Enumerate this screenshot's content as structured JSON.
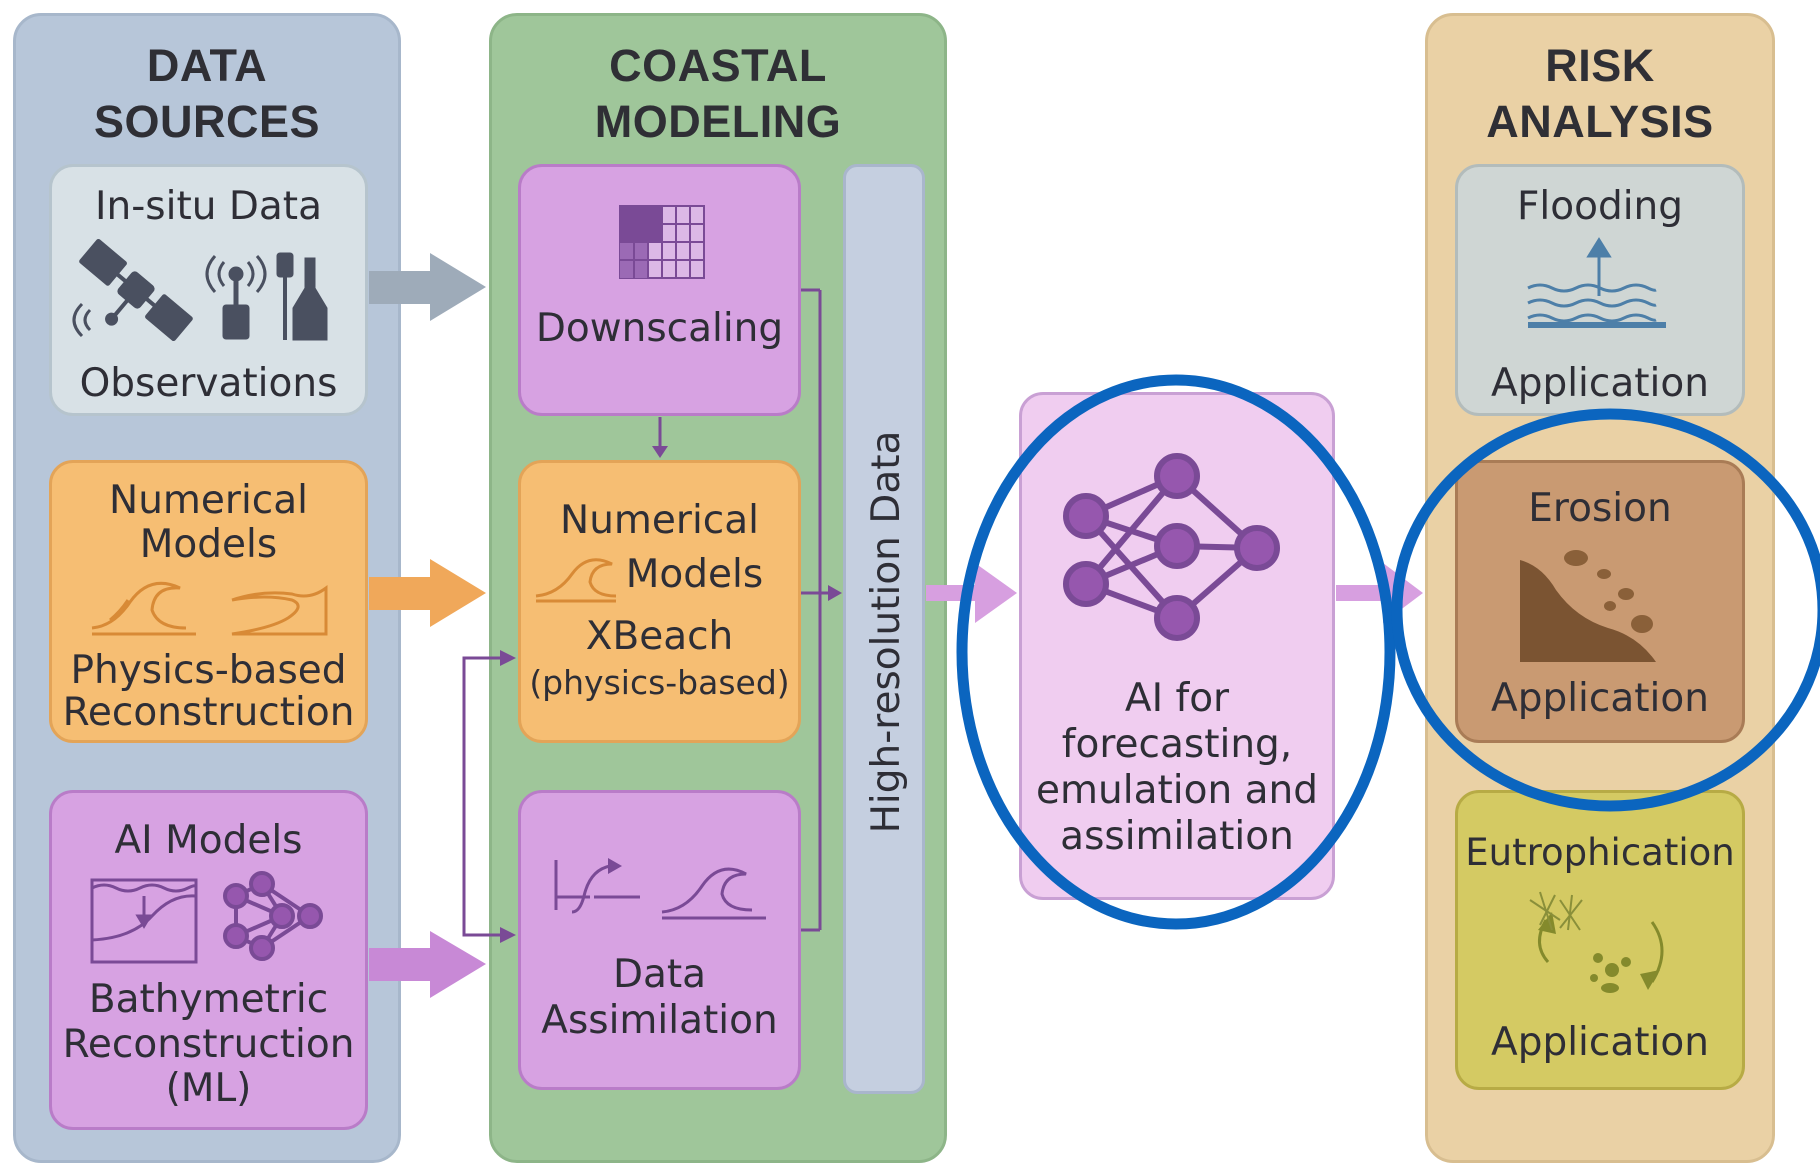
{
  "columns": {
    "sources": {
      "title_1": "DATA",
      "title_2": "SOURCES"
    },
    "coastal": {
      "title_1": "COASTAL",
      "title_2": "MODELING"
    },
    "risk": {
      "title_1": "RISK",
      "title_2": "ANALYSIS"
    }
  },
  "sources": {
    "insitu": {
      "title": "In-situ Data",
      "subtitle": "Observations",
      "color": "#d8e1e6"
    },
    "numerical": {
      "title_1": "Numerical",
      "title_2": "Models",
      "subtitle_1": "Physics-based",
      "subtitle_2": "Reconstruction",
      "color": "#f6be73"
    },
    "ai": {
      "title": "AI Models",
      "subtitle_1": "Bathymetric",
      "subtitle_2": "Reconstruction",
      "subtitle_3": "(ML)",
      "color": "#d7a2e2"
    }
  },
  "coastal": {
    "downscaling": {
      "label": "Downscaling"
    },
    "numerical": {
      "line_1": "Numerical",
      "line_2": "Models",
      "line_3": "XBeach",
      "line_4": "(physics-based)"
    },
    "assimilation": {
      "line_1": "Data",
      "line_2": "Assimilation"
    },
    "highres": {
      "label": "High-resolution Data"
    }
  },
  "ai_box": {
    "line_1": "AI for",
    "line_2": "forecasting,",
    "line_3": "emulation and",
    "line_4": "assimilation"
  },
  "risk": {
    "flooding": {
      "title": "Flooding",
      "subtitle": "Application"
    },
    "erosion": {
      "title": "Erosion",
      "subtitle": "Application"
    },
    "eutrophication": {
      "title": "Eutrophication",
      "subtitle": "Application"
    }
  },
  "colors": {
    "sources_bg": "#b7c6d9",
    "coastal_bg": "#9fc69a",
    "risk_bg": "#ead1a5",
    "purple": "#7a4a96",
    "highlight": "#0b65bf"
  }
}
